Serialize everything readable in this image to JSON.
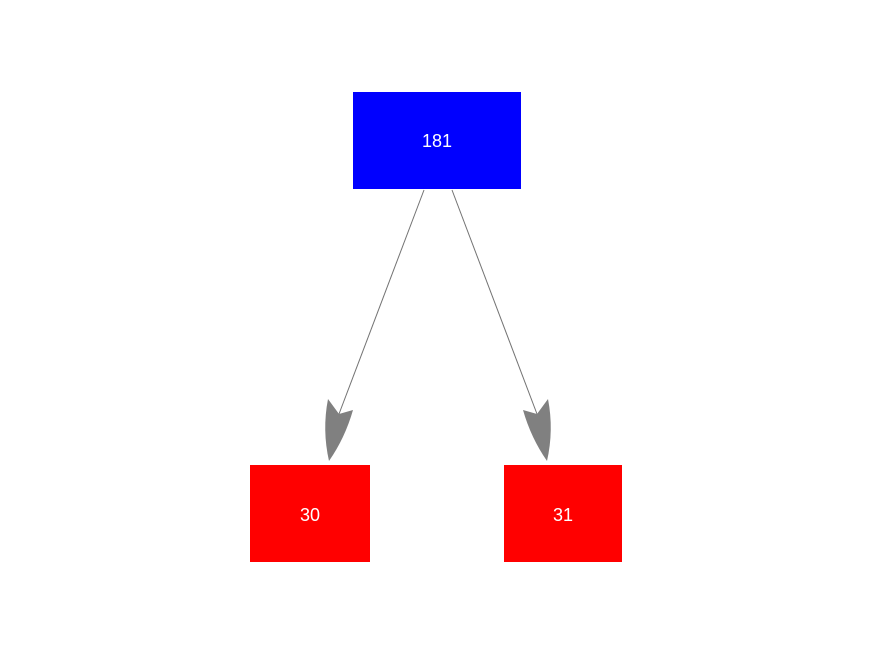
{
  "figure": {
    "description": "decision-tree diagram with one root node and two leaf nodes",
    "background_color": "#ffffff",
    "nodes": [
      {
        "id": "root",
        "label": "181",
        "fill": "#0000ff",
        "text_color": "#ffffff"
      },
      {
        "id": "leaf-left",
        "label": "30",
        "fill": "#ff0000",
        "text_color": "#ffffff"
      },
      {
        "id": "leaf-right",
        "label": "31",
        "fill": "#ff0000",
        "text_color": "#ffffff"
      }
    ],
    "edges": {
      "line_color": "#737373",
      "arrowhead_color": "#808080"
    }
  }
}
